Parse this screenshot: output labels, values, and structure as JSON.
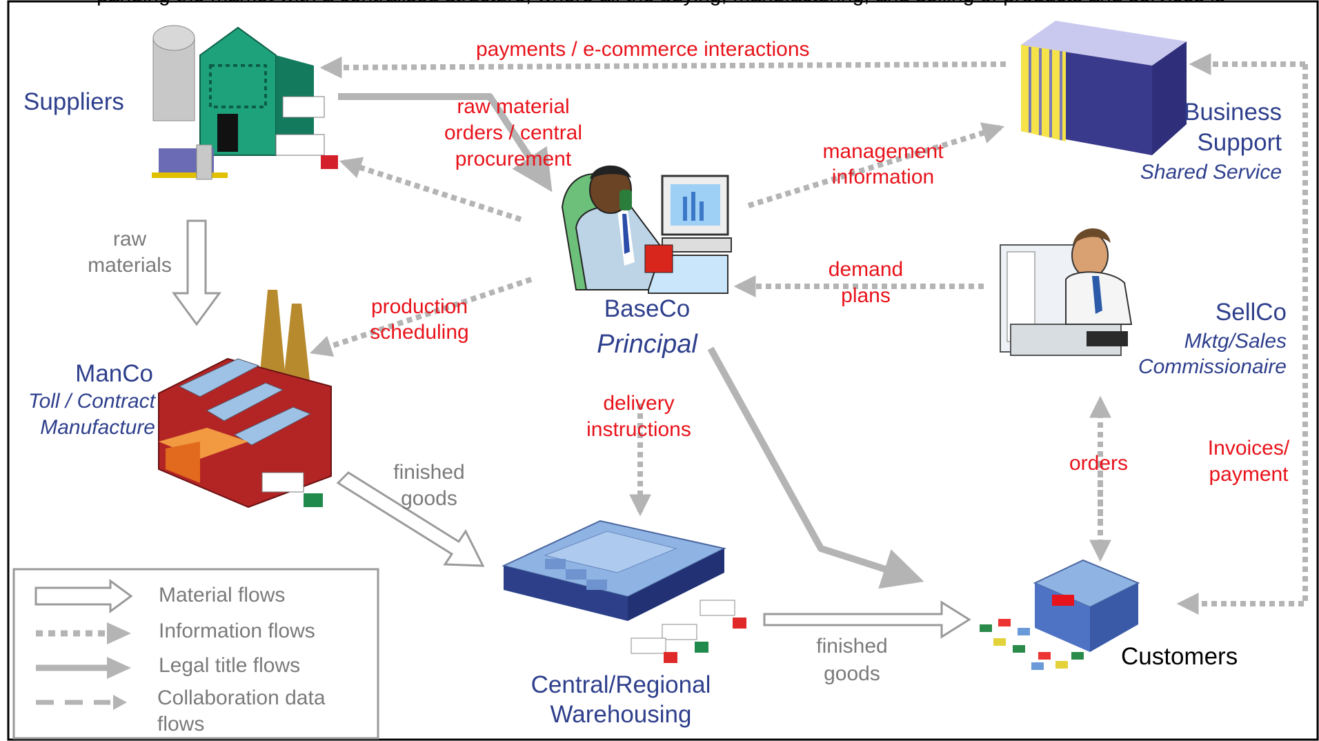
{
  "header": {
    "cropped_text": "panding the market with a centralised structure, where all the buying, manufacturing, and selling of products and services is"
  },
  "nodes": {
    "suppliers": {
      "label": "Suppliers"
    },
    "business_support": {
      "line1": "Business",
      "line2": "Support",
      "sub": "Shared Service"
    },
    "baseco": {
      "label": "BaseCo",
      "sub": "Principal"
    },
    "sellco": {
      "label": "SellCo",
      "sub1": "Mktg/Sales",
      "sub2": "Commissionaire"
    },
    "manco": {
      "label": "ManCo",
      "sub1": "Toll / Contract",
      "sub2": "Manufacture"
    },
    "warehouse": {
      "line1": "Central/Regional",
      "line2": "Warehousing"
    },
    "customers": {
      "label": "Customers"
    }
  },
  "flows": {
    "payments": "payments / e-commerce interactions",
    "raw_orders": [
      "raw material",
      "orders / central",
      "procurement"
    ],
    "management": [
      "management",
      "information"
    ],
    "demand": [
      "demand",
      "plans"
    ],
    "production": [
      "production",
      "scheduling"
    ],
    "delivery": [
      "delivery",
      "instructions"
    ],
    "orders": "orders",
    "invoices": [
      "Invoices/",
      "payment"
    ]
  },
  "material": {
    "raw_materials": [
      "raw",
      "materials"
    ],
    "finished_goods_1": [
      "finished",
      "goods"
    ],
    "finished_goods_2": [
      "finished",
      "goods"
    ]
  },
  "legend": {
    "items": [
      "Material flows",
      "Information flows",
      "Legal title flows",
      "Collaboration data",
      "flows"
    ]
  },
  "colors": {
    "flow_text": "#e8121a",
    "node_text": "#2e3f8c",
    "arrow_grey": "#b4b4b4",
    "material_text": "#7a7a7a"
  }
}
